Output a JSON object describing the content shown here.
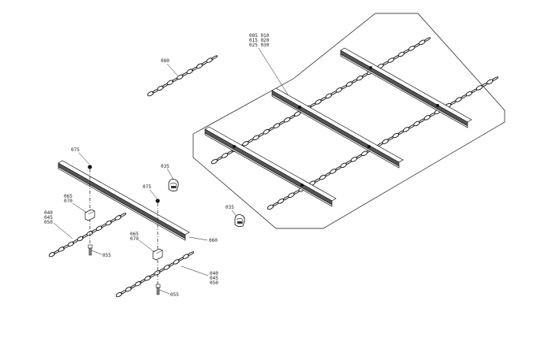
{
  "labels": {
    "kit_rows": [
      "005 010",
      "015 020",
      "025 030"
    ],
    "chain_top": "080",
    "bolt_left": "075",
    "bolt_mid": "075",
    "hook_upper": "035",
    "hook_lower": "035",
    "clamp_left_rows": [
      "065",
      "070"
    ],
    "clamp_mid_rows": [
      "065",
      "070"
    ],
    "chain_left_rows": [
      "040",
      "045",
      "050"
    ],
    "chain_right_rows": [
      "040",
      "045",
      "050"
    ],
    "screw_left": "055",
    "screw_right": "055",
    "rail": "060"
  }
}
